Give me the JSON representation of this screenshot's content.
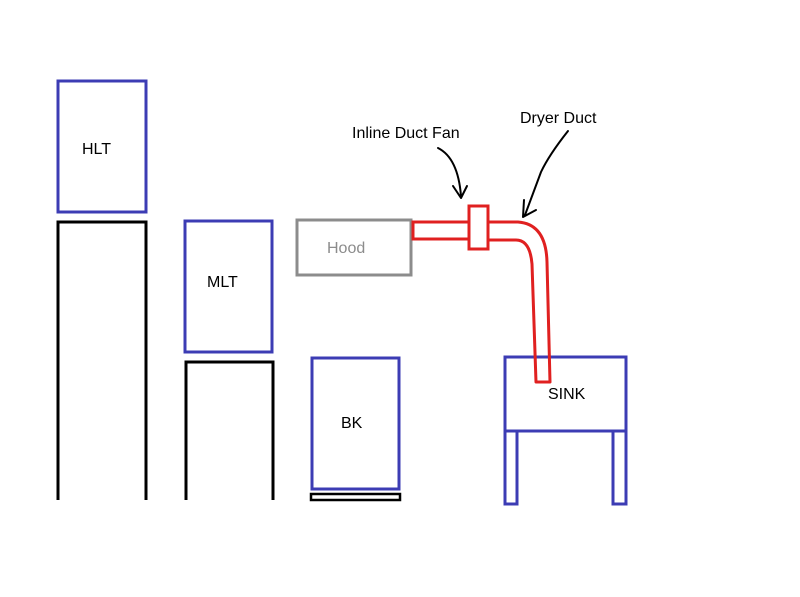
{
  "labels": {
    "hlt": "HLT",
    "mlt": "MLT",
    "bk": "BK",
    "hood": "Hood",
    "sink": "SINK",
    "inline_duct_fan": "Inline Duct Fan",
    "dryer_duct": "Dryer Duct"
  },
  "colors": {
    "vessel_outline": "#3c3cb4",
    "stand_outline": "#000000",
    "duct": "#e02020",
    "hood_outline": "#8c8c8c",
    "hood_text": "#8c8c8c",
    "text": "#000000",
    "background": "#ffffff"
  }
}
